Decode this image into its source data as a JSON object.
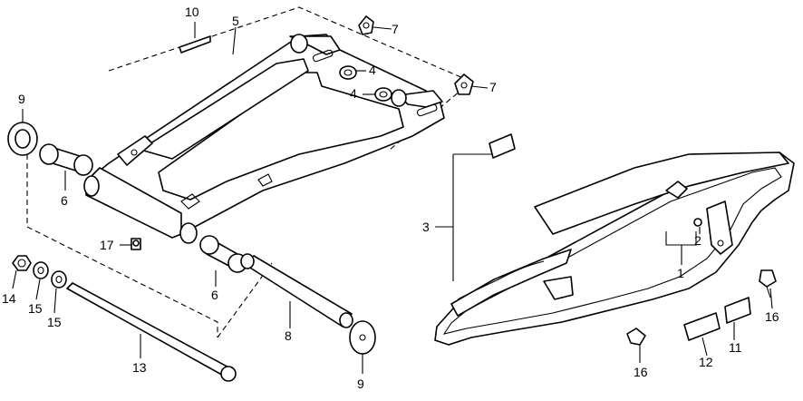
{
  "callouts": {
    "c10": "10",
    "c5": "5",
    "c7a": "7",
    "c7b": "7",
    "c4a": "4",
    "c4b": "4",
    "c9a": "9",
    "c6a": "6",
    "c17": "17",
    "c6b": "6",
    "c14": "14",
    "c15a": "15",
    "c15b": "15",
    "c13": "13",
    "c8": "8",
    "c9b": "9",
    "c3": "3",
    "c2": "2",
    "c1": "1",
    "c16a": "16",
    "c16b": "16",
    "c11": "11",
    "c12": "12"
  }
}
